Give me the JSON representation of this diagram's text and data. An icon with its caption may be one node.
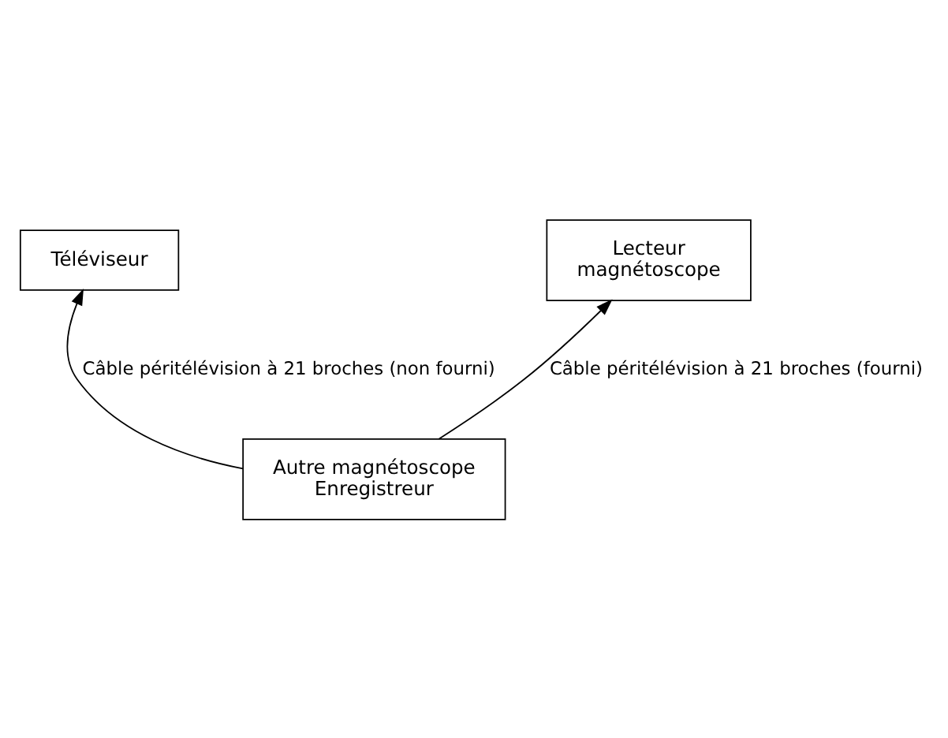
{
  "diagram": {
    "nodes": [
      {
        "text": [
          "Téléviseur"
        ]
      },
      {
        "text": [
          "Lecteur",
          "magnétoscope"
        ]
      },
      {
        "text": [
          "Autre magnétoscope",
          "Enregistreur"
        ]
      }
    ],
    "edges": [
      {
        "from": 2,
        "to": 0,
        "arrow": "to",
        "label": "Câble péritélévision à 21 broches (non fourni)"
      },
      {
        "from": 2,
        "to": 1,
        "arrow": "to",
        "label": "Câble péritélévision à 21 broches (fourni)"
      }
    ]
  }
}
